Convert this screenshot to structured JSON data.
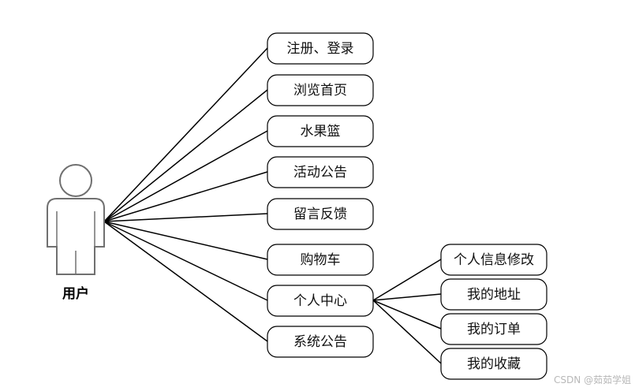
{
  "actor": {
    "label": "用户"
  },
  "use_cases": [
    {
      "label": "注册、登录"
    },
    {
      "label": "浏览首页"
    },
    {
      "label": "水果篮"
    },
    {
      "label": "活动公告"
    },
    {
      "label": "留言反馈"
    },
    {
      "label": "购物车"
    },
    {
      "label": "个人中心"
    },
    {
      "label": "系统公告"
    }
  ],
  "sub_cases": {
    "parent": "个人中心",
    "items": [
      {
        "label": "个人信息修改"
      },
      {
        "label": "我的地址"
      },
      {
        "label": "我的订单"
      },
      {
        "label": "我的收藏"
      }
    ]
  },
  "watermark": "CSDN @茹茹学姐",
  "colors": {
    "line": "#000000",
    "actor_stroke": "#707070",
    "box_fill": "#ffffff"
  }
}
